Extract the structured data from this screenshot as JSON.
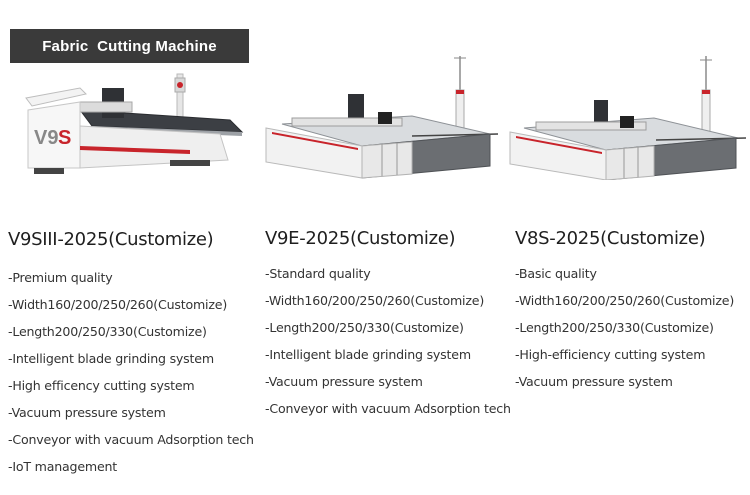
{
  "header": {
    "title": "Fabric  Cutting Machine"
  },
  "colors": {
    "banner_bg": "#3a3a3a",
    "accent_red": "#c8242b",
    "machine_grey": "#6b6e72"
  },
  "products": [
    {
      "model": "V9SIII-2025(Customize)",
      "image_icon": "cutting-machine-v9siii",
      "features": [
        "-Premium quality",
        "-Width160/200/250/260(Customize)",
        "-Length200/250/330(Customize)",
        "-Intelligent blade grinding system",
        "-High efficency cutting system",
        "-Vacuum pressure system",
        "-Conveyor with vacuum Adsorption tech",
        "-IoT management"
      ]
    },
    {
      "model": "V9E-2025(Customize)",
      "image_icon": "cutting-machine-v9e",
      "features": [
        "-Standard quality",
        "-Width160/200/250/260(Customize)",
        "-Length200/250/330(Customize)",
        "-Intelligent blade grinding system",
        "-Vacuum pressure system",
        "-Conveyor with vacuum Adsorption tech"
      ]
    },
    {
      "model": "V8S-2025(Customize)",
      "image_icon": "cutting-machine-v8s",
      "features": [
        "-Basic quality",
        "-Width160/200/250/260(Customize)",
        "-Length200/250/330(Customize)",
        "-High-efficiency cutting system",
        "-Vacuum pressure system"
      ]
    }
  ]
}
